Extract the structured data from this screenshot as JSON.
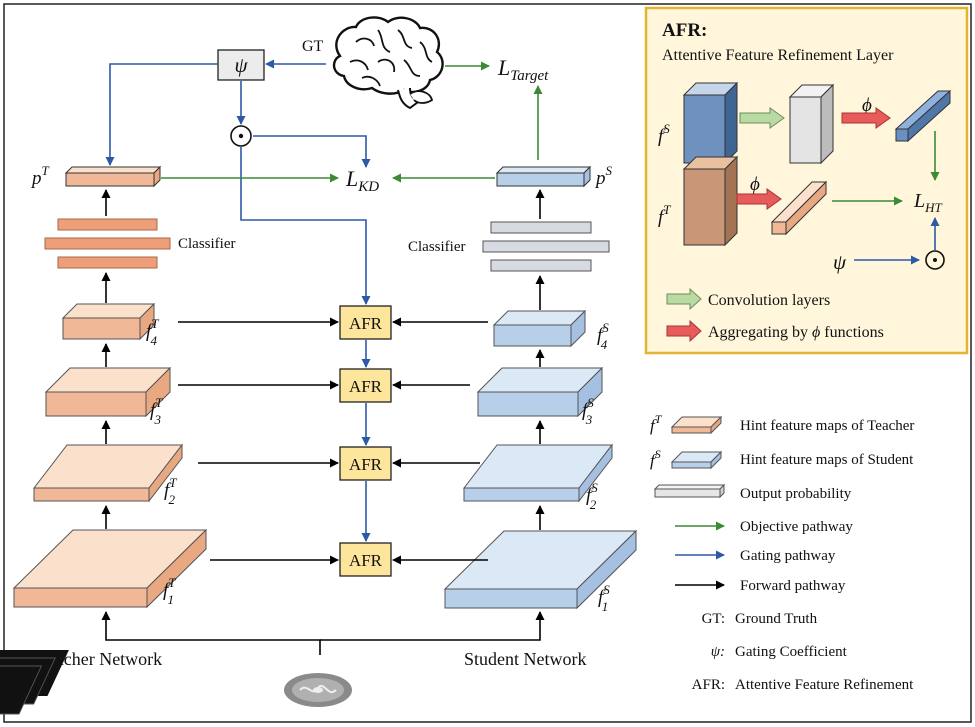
{
  "afr_panel": {
    "title": "AFR:",
    "subtitle": "Attentive Feature Refinement Layer",
    "f": "f",
    "sup_S": "S",
    "sup_T": "T",
    "phi": "ϕ",
    "psi": "ψ",
    "odot": "⊙",
    "L": "L",
    "sub_HT": "HT",
    "legend_conv": "Convolution layers",
    "legend_agg_prefix": "Aggregating by ",
    "legend_agg_phi": "ϕ",
    "legend_agg_suffix": " functions"
  },
  "main": {
    "gt": "GT",
    "psi": "ψ",
    "odot": "⊙",
    "L": "L",
    "sub_target": "Target",
    "sub_KD": "KD",
    "p": "p",
    "sup_T": "T",
    "sup_S": "S",
    "classifier": "Classifier",
    "afr": "AFR",
    "f": "f",
    "teacher_network": "Teacher Network",
    "student_network": "Student Network",
    "layers": [
      {
        "index": "4"
      },
      {
        "index": "3"
      },
      {
        "index": "2"
      },
      {
        "index": "1"
      }
    ]
  },
  "legend": {
    "hint_teacher": "Hint feature maps of Teacher",
    "hint_student": "Hint feature maps of Student",
    "output_probability": "Output probability",
    "objective_pathway": "Objective pathway",
    "gating_pathway": "Gating pathway",
    "forward_pathway": "Forward pathway",
    "gt_abbr": "GT:",
    "gt_def": "Ground Truth",
    "psi_abbr": "ψ:",
    "psi_def": "Gating Coefficient",
    "afr_abbr": "AFR:",
    "afr_def": "Attentive Feature Refinement"
  },
  "colors": {
    "teacher_top": "#fbe0cc",
    "teacher_front": "#f1b898",
    "teacher_side": "#e8a882",
    "student_top": "#dbe8f6",
    "student_front": "#b8cfe9",
    "student_side": "#a5c0e0",
    "afr_box": "#fde59b",
    "panel_bg": "#fff6dc",
    "panel_border": "#e1b431",
    "objective": "#3d8a35",
    "gating": "#2d5aa6",
    "forward": "#000000",
    "conv_arrow": "#b9dba3",
    "agg_arrow": "#e85b5b",
    "classifier_teacher": "#ee9e78",
    "classifier_student": "#d6dbe2"
  }
}
